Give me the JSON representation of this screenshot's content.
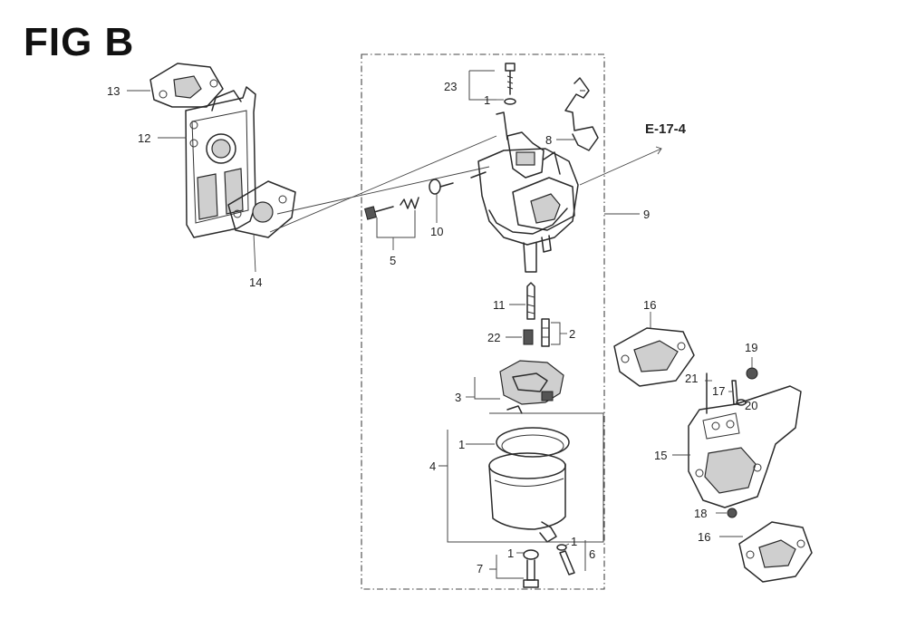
{
  "figure": {
    "title": "FIG B",
    "reference": "E-17-4"
  },
  "callouts": [
    {
      "id": "c13",
      "label": "13"
    },
    {
      "id": "c12",
      "label": "12"
    },
    {
      "id": "c14",
      "label": "14"
    },
    {
      "id": "c23",
      "label": "23"
    },
    {
      "id": "c1a",
      "label": "1"
    },
    {
      "id": "c8",
      "label": "8"
    },
    {
      "id": "c9",
      "label": "9"
    },
    {
      "id": "c10",
      "label": "10"
    },
    {
      "id": "c5",
      "label": "5"
    },
    {
      "id": "c11",
      "label": "11"
    },
    {
      "id": "c22",
      "label": "22"
    },
    {
      "id": "c2",
      "label": "2"
    },
    {
      "id": "c3",
      "label": "3"
    },
    {
      "id": "c1b",
      "label": "1"
    },
    {
      "id": "c4",
      "label": "4"
    },
    {
      "id": "c7",
      "label": "7"
    },
    {
      "id": "c1c",
      "label": "1"
    },
    {
      "id": "c1d",
      "label": "1"
    },
    {
      "id": "c6",
      "label": "6"
    },
    {
      "id": "c16a",
      "label": "16"
    },
    {
      "id": "c19",
      "label": "19"
    },
    {
      "id": "c21",
      "label": "21"
    },
    {
      "id": "c17",
      "label": "17"
    },
    {
      "id": "c20",
      "label": "20"
    },
    {
      "id": "c15",
      "label": "15"
    },
    {
      "id": "c18",
      "label": "18"
    },
    {
      "id": "c16b",
      "label": "16"
    }
  ]
}
